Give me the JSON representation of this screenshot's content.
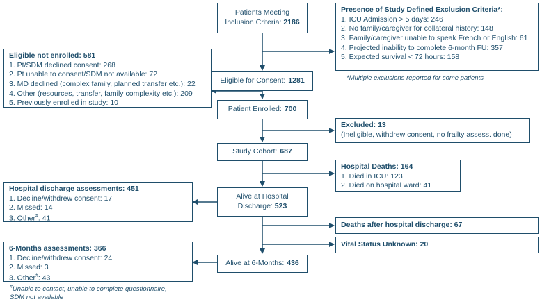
{
  "main": {
    "inclusion": {
      "line1": "Patients Meeting",
      "line2": "Inclusion Criteria:",
      "value": "2186"
    },
    "eligible": {
      "label": "Eligible for Consent:",
      "value": "1281"
    },
    "enrolled": {
      "label": "Patient Enrolled:",
      "value": "700"
    },
    "cohort": {
      "label": "Study Cohort:",
      "value": "687"
    },
    "discharge": {
      "line1": "Alive at Hospital",
      "line2": "Discharge:",
      "value": "523"
    },
    "six_months": {
      "label": "Alive at 6-Months:",
      "value": "436"
    }
  },
  "exclusion": {
    "title": "Presence of Study Defined Exclusion Criteria*:",
    "items": [
      "1. ICU Admission > 5 days: 246",
      "2. No family/caregiver for collateral history: 148",
      "3. Family/caregiver unable to speak French or English: 61",
      "4. Projected inability to complete 6-month FU: 357",
      "5. Expected survival < 72 hours: 158"
    ],
    "note": "*Multiple exclusions reported for some patients"
  },
  "not_enrolled": {
    "title": "Eligible not enrolled: 581",
    "items": [
      "1. Pt/SDM declined consent: 268",
      "2. Pt unable to consent/SDM not available: 72",
      "3. MD declined (complex family, planned transfer etc.): 22",
      "4. Other (resources, transfer, family complexity etc.): 209",
      "5. Previously enrolled in study: 10"
    ]
  },
  "excluded": {
    "title": "Excluded: 13",
    "detail": "(Ineligible, withdrew consent, no frailty assess. done)"
  },
  "hospital_deaths": {
    "title": "Hospital Deaths: 164",
    "items": [
      "1. Died in ICU: 123",
      "2. Died on hospital ward: 41"
    ]
  },
  "discharge_assess": {
    "title": "Hospital discharge assessments: 451",
    "items": [
      "1. Decline/withdrew consent: 17",
      "2. Missed: 14"
    ],
    "other_label": "3. Other",
    "other_sup": "#",
    "other_value": ": 41"
  },
  "deaths_after": {
    "title": "Deaths after hospital discharge: 67"
  },
  "vital_unknown": {
    "title": "Vital Status Unknown: 20"
  },
  "six_month_assess": {
    "title": "6-Months assessments: 366",
    "items": [
      "1. Decline/withdrew consent: 24",
      "2. Missed: 3"
    ],
    "other_label": "3. Other",
    "other_sup": "#",
    "other_value": ": 43"
  },
  "footnote": {
    "sup": "#",
    "line1": "Unable to contact, unable to complete questionnaire,",
    "line2": "SDM not available"
  }
}
